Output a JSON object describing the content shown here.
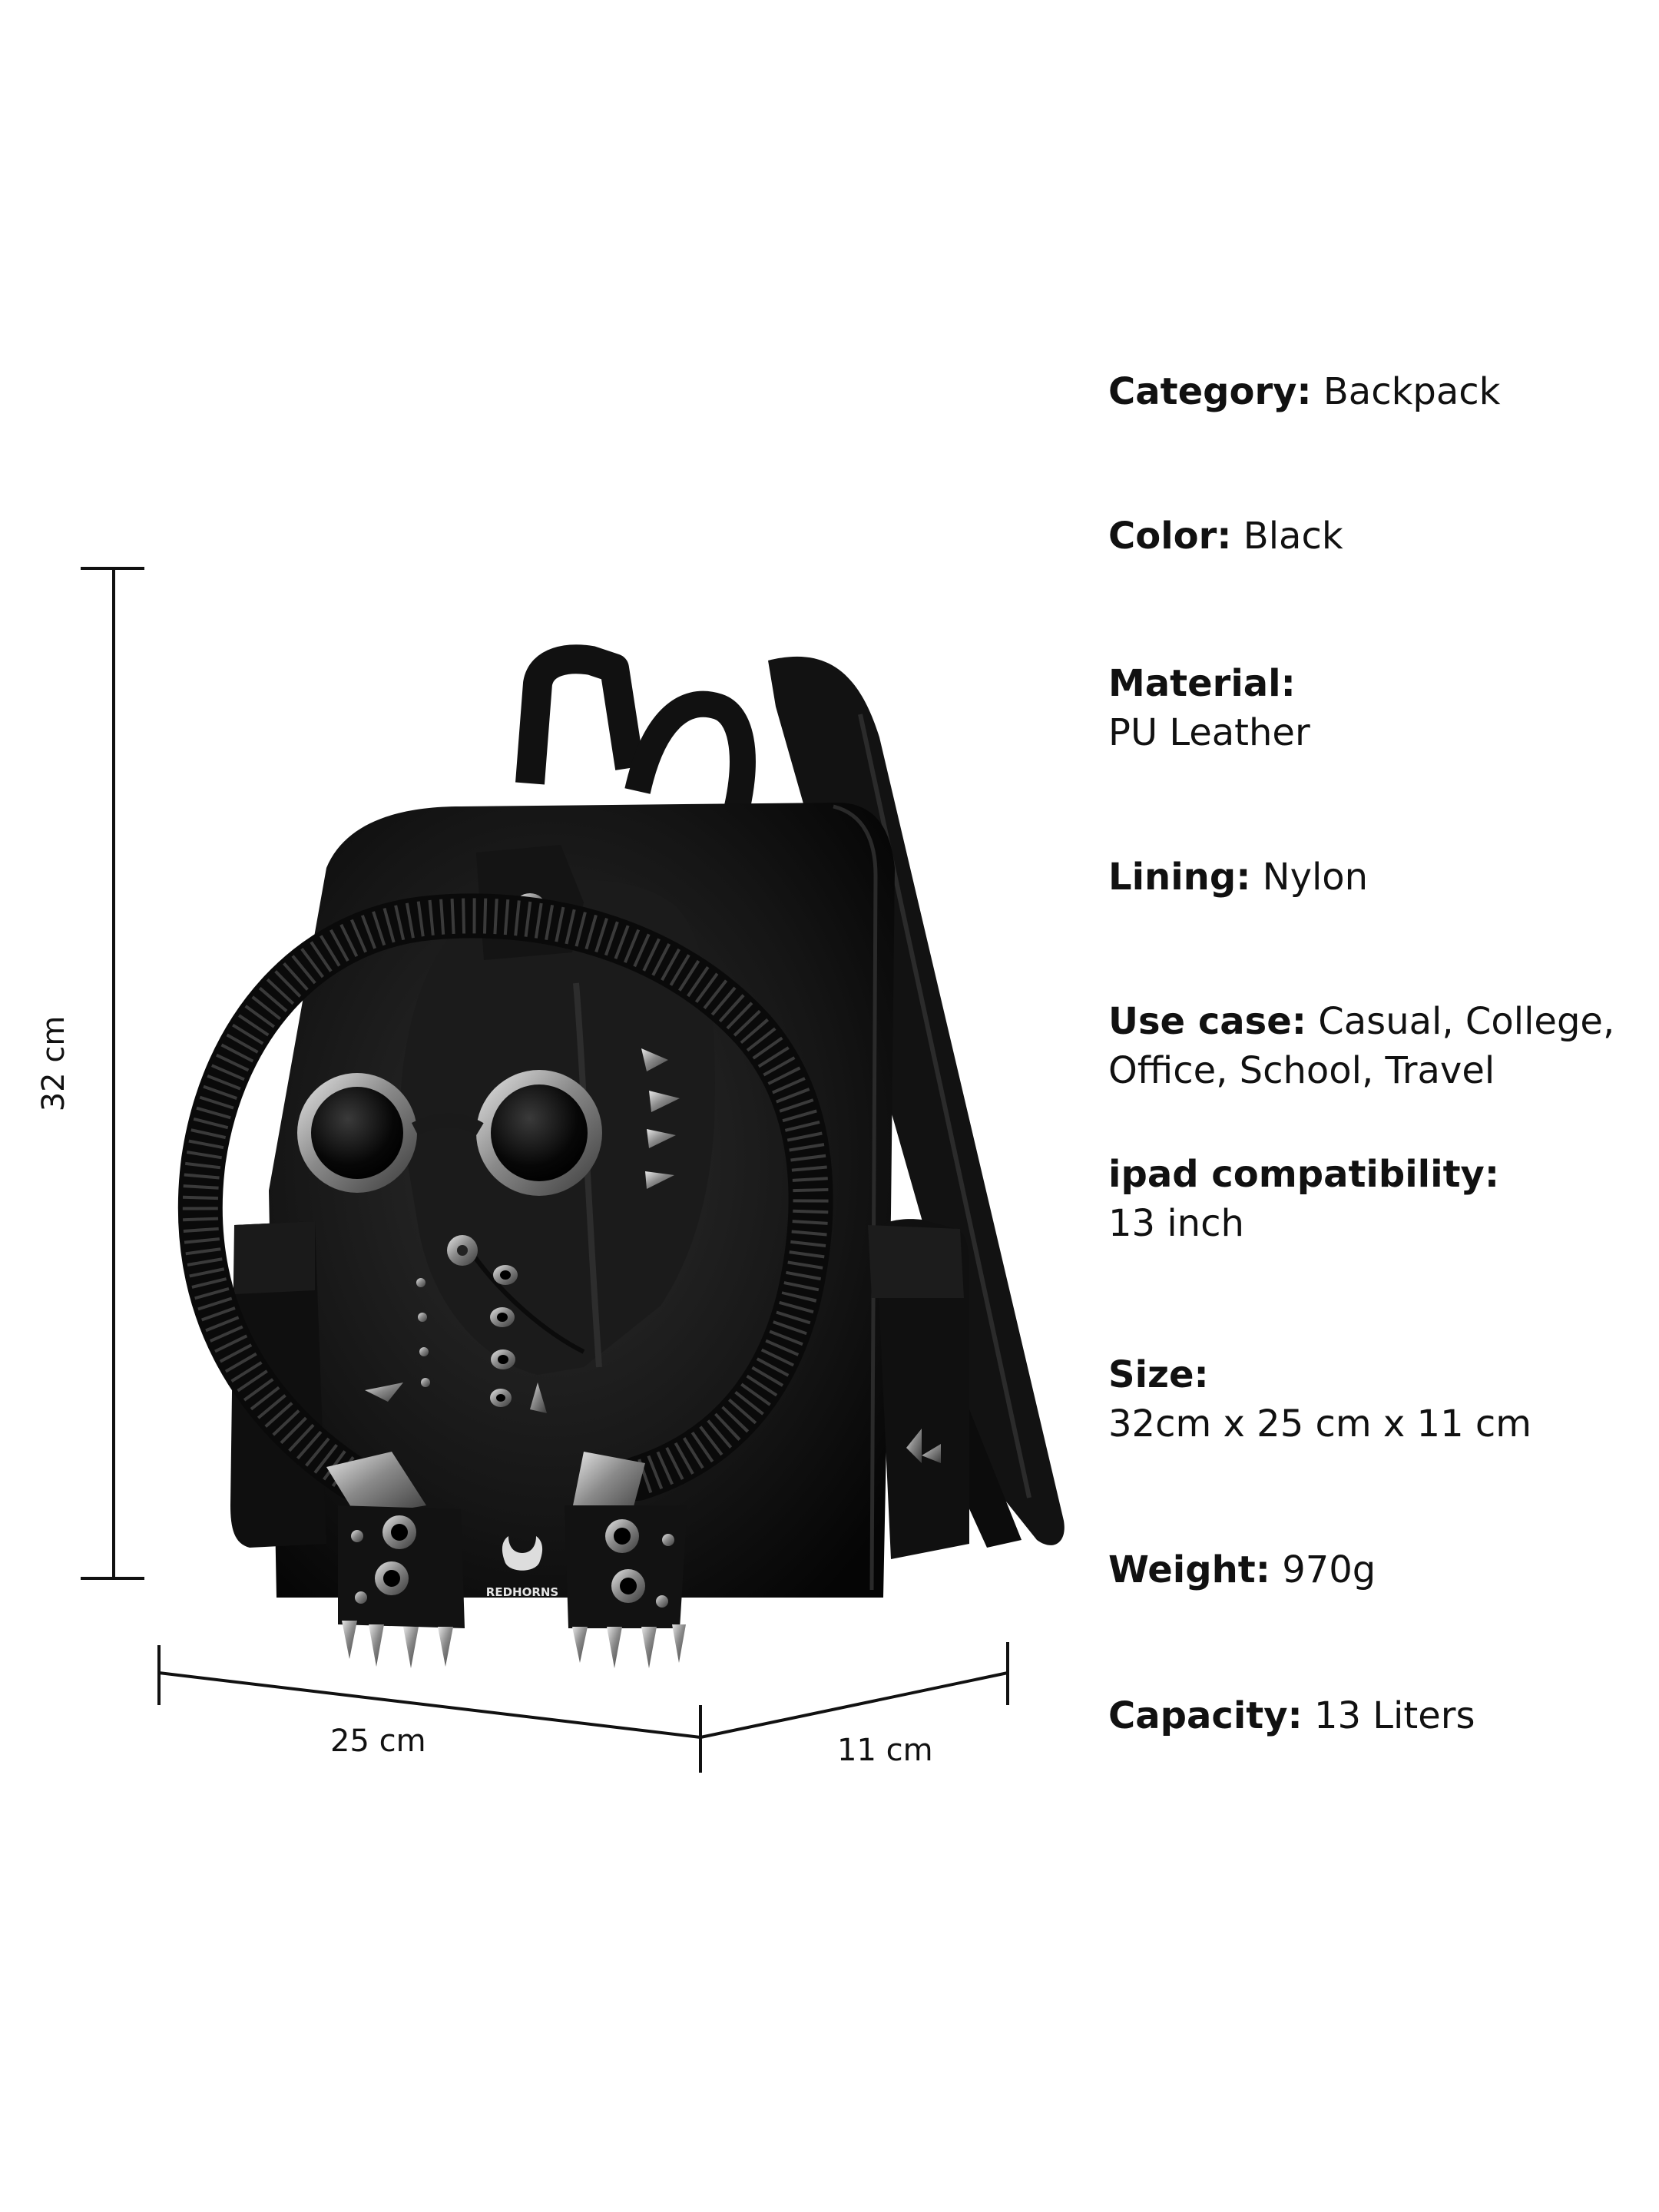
{
  "dimensions": {
    "height": "32 cm",
    "width": "25 cm",
    "depth": "11 cm"
  },
  "brand": {
    "logo_text": "REDHORNS"
  },
  "specs": [
    {
      "key": "Category:",
      "value": "Backpack"
    },
    {
      "key": "Color:",
      "value": "Black"
    },
    {
      "key": "Material:",
      "value": "PU Leather"
    },
    {
      "key": "Lining:",
      "value": "Nylon"
    },
    {
      "key": "Use case:",
      "value": "Casual, College, Office, School, Travel"
    },
    {
      "key": "ipad compatibility:",
      "value": "13 inch"
    },
    {
      "key": "Size:",
      "value": "32cm x 25 cm x 11 cm"
    },
    {
      "key": "Weight:",
      "value": "970g"
    },
    {
      "key": "Capacity:",
      "value": "13 Liters"
    }
  ],
  "colors": {
    "background": "#ffffff",
    "text": "#111111",
    "bag": "#151515",
    "metal": "#9a9a9a"
  }
}
